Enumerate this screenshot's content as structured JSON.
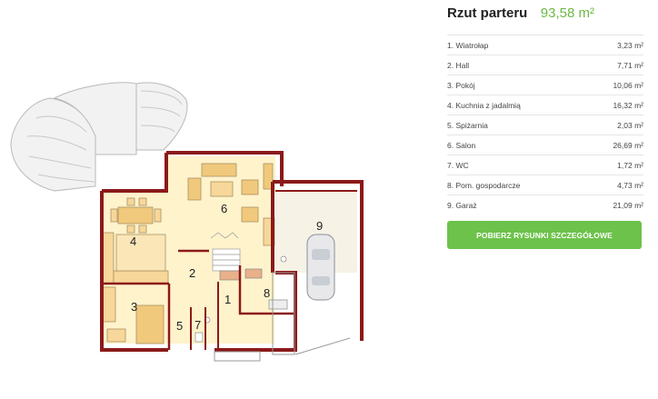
{
  "header": {
    "title": "Rzut parteru",
    "total_area": "93,58 m²"
  },
  "rooms": [
    {
      "label": "1. Wiatrołap",
      "area": "3,23 m²"
    },
    {
      "label": "2. Hall",
      "area": "7,71 m²"
    },
    {
      "label": "3. Pokój",
      "area": "10,06 m²"
    },
    {
      "label": "4. Kuchnia z jadalmią",
      "area": "16,32 m²"
    },
    {
      "label": "5. Spiżarnia",
      "area": "2,03 m²"
    },
    {
      "label": "6. Salon",
      "area": "26,69 m²"
    },
    {
      "label": "7. WC",
      "area": "1,72 m²"
    },
    {
      "label": "8. Pom. gospodarcze",
      "area": "4,73 m²"
    },
    {
      "label": "9. Garaż",
      "area": "21,09 m²"
    }
  ],
  "download_button": {
    "label": "POBIERZ RYSUNKI SZCZEGÓŁOWE"
  },
  "plan": {
    "room_numbers": [
      "1",
      "2",
      "3",
      "4",
      "5",
      "6",
      "7",
      "8",
      "9"
    ]
  },
  "colors": {
    "accent": "#6cc24a",
    "total_area": "#6cb844",
    "wall": "#8b1a1a",
    "floor": "#fff3cc"
  }
}
